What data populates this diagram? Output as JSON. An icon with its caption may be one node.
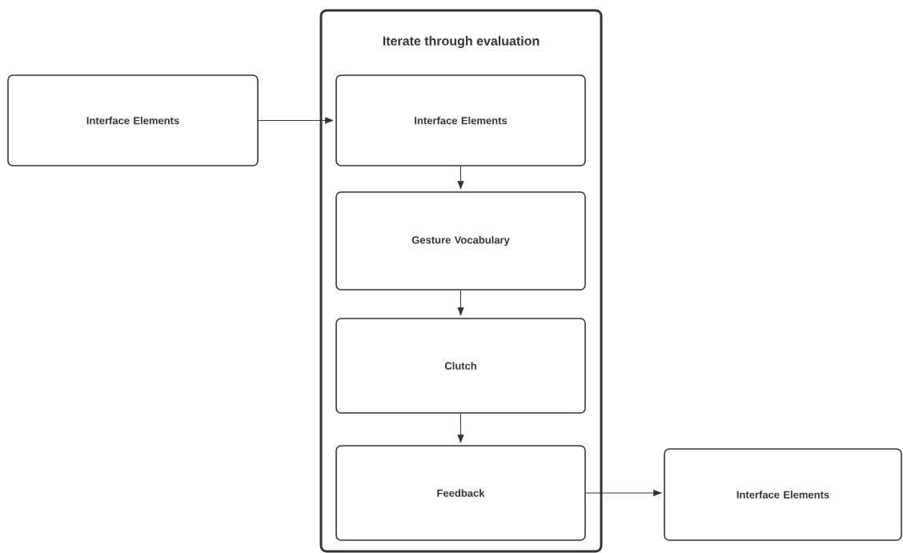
{
  "diagram": {
    "nodes": [
      {
        "text": [
          "Interface Elements"
        ]
      },
      {
        "text": [
          "Iterate through evaluation"
        ]
      },
      {
        "text": [
          "Interface Elements"
        ],
        "in": 1
      },
      {
        "text": [
          "Gesture Vocabulary"
        ],
        "in": 1
      },
      {
        "text": [
          "Clutch"
        ],
        "in": 1
      },
      {
        "text": [
          "Feedback"
        ],
        "in": 1
      },
      {
        "text": [
          "Interface Elements"
        ]
      }
    ],
    "edges": [
      {
        "from": 0,
        "to": 2,
        "arrow": "to"
      },
      {
        "from": 2,
        "to": 3,
        "arrow": "to"
      },
      {
        "from": 3,
        "to": 4,
        "arrow": "to"
      },
      {
        "from": 4,
        "to": 5,
        "arrow": "to"
      },
      {
        "from": 5,
        "to": 6,
        "arrow": "to"
      }
    ]
  }
}
